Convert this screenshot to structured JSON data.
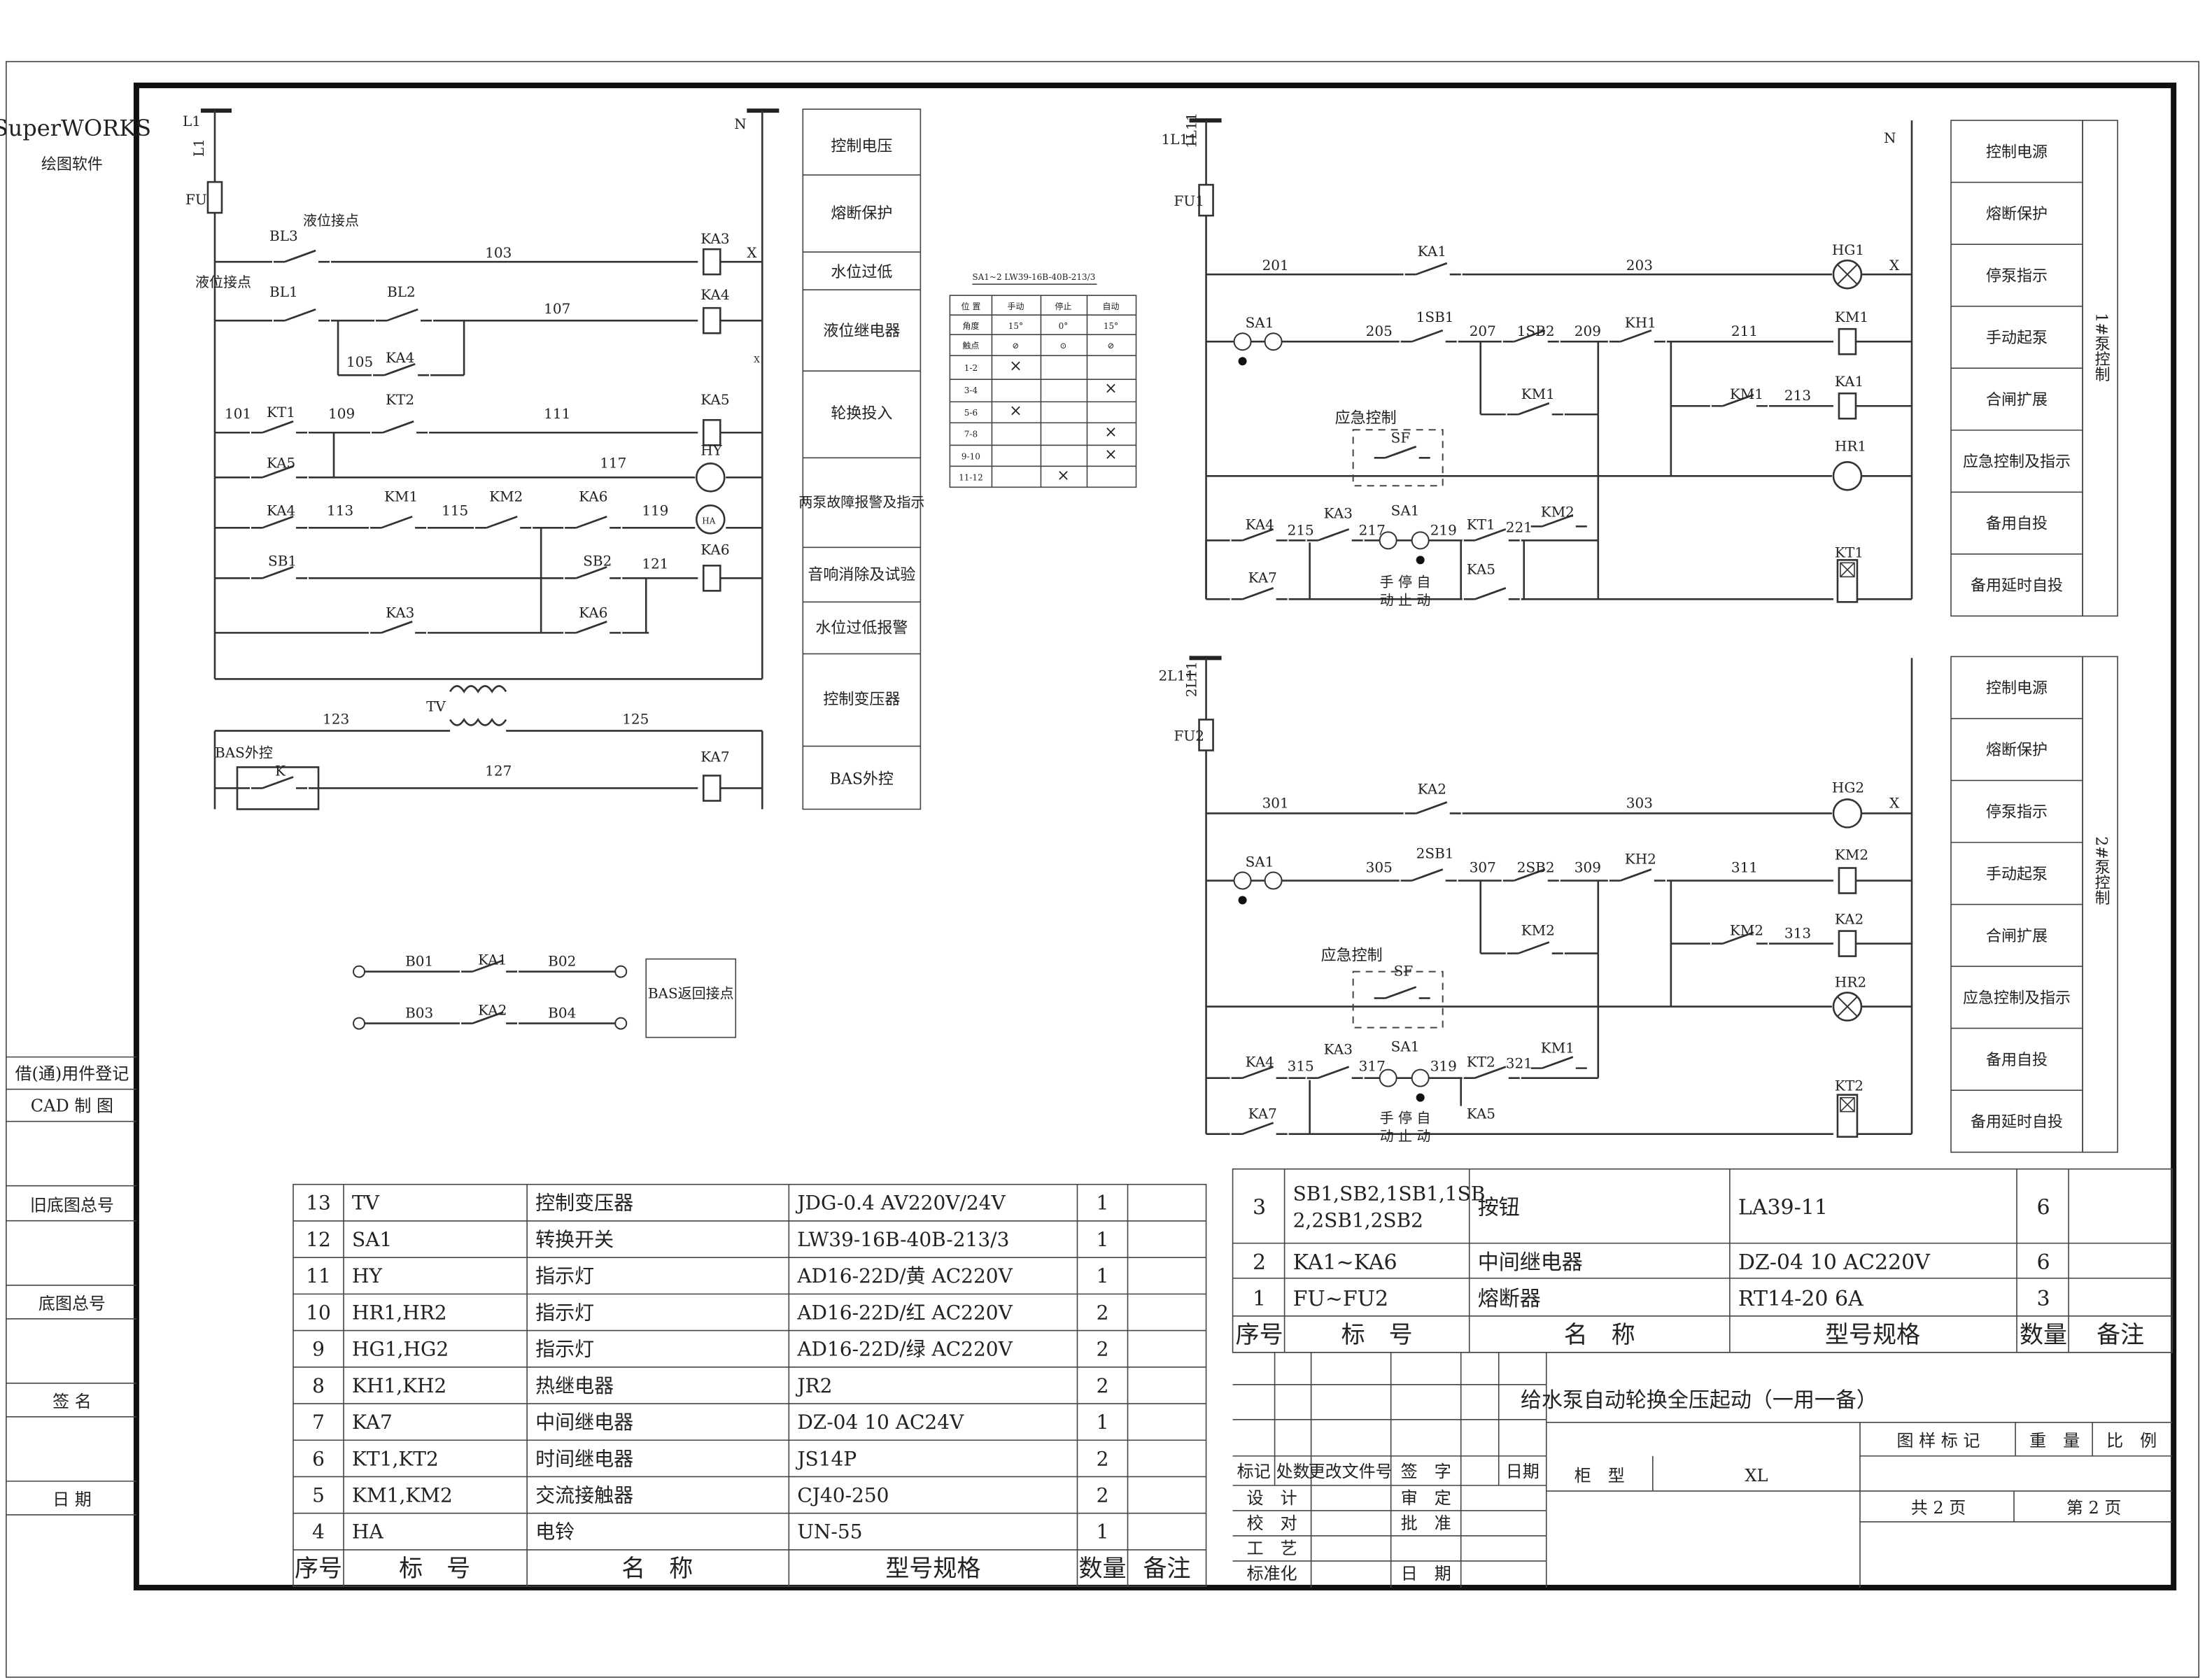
{
  "software": {
    "name": "SuperWORKS",
    "subtitle": "绘图软件"
  },
  "side_labels": [
    "借(通)用件登记",
    "CAD 制 图",
    "旧底图总号",
    "底图总号",
    "签 名",
    "日 期"
  ],
  "pump1_function_column": [
    "控制电压",
    "熔断保护",
    "水位过低",
    "液位继电器",
    "轮换投入",
    "两泵故障报警及指示",
    "音响消除及试验",
    "水位过低报警",
    "控制变压器",
    "BAS外控"
  ],
  "right_function_column": [
    "控制电源",
    "熔断保护",
    "停泵指示",
    "手动起泵",
    "合闸扩展",
    "应急控制及指示",
    "备用自投",
    "备用延时自投"
  ],
  "pump_groups": [
    "1#泵控制",
    "2#泵控制"
  ],
  "circuit_labels": {
    "left": [
      "L1",
      "L1",
      "N",
      "FU",
      "液位接点",
      "液位接点",
      "BL3",
      "BL1",
      "BL2",
      "103",
      "107",
      "105",
      "KA4",
      "KA3",
      "KA4",
      "KA5",
      "101",
      "KT1",
      "109",
      "KT2",
      "111",
      "KA5",
      "HY",
      "117",
      "KA4",
      "113",
      "KM1",
      "115",
      "KM2",
      "KA6",
      "119",
      "HA",
      "SB1",
      "SB2",
      "121",
      "KA6",
      "KA6",
      "KA3",
      "TV",
      "123",
      "125",
      "BAS外控",
      "K",
      "127",
      "KA7",
      "X",
      "X"
    ],
    "p1": [
      "1L11",
      "1L11",
      "N",
      "FU1",
      "201",
      "KA1",
      "203",
      "HG1",
      "SA1",
      "205",
      "1SB1",
      "207",
      "1SB2",
      "209",
      "KH1",
      "211",
      "KM1",
      "KM1",
      "KM1",
      "213",
      "KA1",
      "应急控制",
      "SF",
      "HR1",
      "KA4",
      "215",
      "KA3",
      "217",
      "SA1",
      "219",
      "KT1",
      "221",
      "KM2",
      "KA7",
      "KA5",
      "KT1",
      "手 停 自",
      "动 止 动",
      "X"
    ],
    "p2": [
      "2L11",
      "2L11",
      "FU2",
      "301",
      "KA2",
      "303",
      "HG2",
      "SA1",
      "305",
      "2SB1",
      "307",
      "2SB2",
      "309",
      "KH2",
      "311",
      "KM2",
      "KM2",
      "KM2",
      "313",
      "KA2",
      "应急控制",
      "SF",
      "HR2",
      "KA4",
      "315",
      "KA3",
      "317",
      "SA1",
      "319",
      "KT2",
      "321",
      "KM1",
      "KA7",
      "KA5",
      "KT2",
      "手 停 自",
      "动 止 动",
      "X"
    ],
    "bas": [
      "B01",
      "KA1",
      "B02",
      "B03",
      "KA2",
      "B04",
      "BAS返回接点"
    ]
  },
  "switch_table": {
    "title": "SA1~2  LW39-16B-40B-213/3",
    "headers": [
      "位 置",
      "手动",
      "停止",
      "自动"
    ],
    "angle_row": [
      "角度",
      "15°",
      "0°",
      "15°"
    ],
    "handle_row": [
      "触点",
      "⊘",
      "⊙",
      "⊘"
    ],
    "rows": [
      [
        "1-2",
        "×",
        "",
        ""
      ],
      [
        "3-4",
        "",
        "",
        "×"
      ],
      [
        "5-6",
        "×",
        "",
        ""
      ],
      [
        "7-8",
        "",
        "",
        "×"
      ],
      [
        "9-10",
        "",
        "",
        "×"
      ],
      [
        "11-12",
        "",
        "×",
        ""
      ]
    ]
  },
  "bom_left": {
    "headers": [
      "序号",
      "标　号",
      "名　称",
      "型号规格",
      "数量",
      "备注"
    ],
    "rows": [
      [
        "13",
        "TV",
        "控制变压器",
        "JDG-0.4 AV220V/24V",
        "1",
        ""
      ],
      [
        "12",
        "SA1",
        "转换开关",
        "LW39-16B-40B-213/3",
        "1",
        ""
      ],
      [
        "11",
        "HY",
        "指示灯",
        "AD16-22D/黄 AC220V",
        "1",
        ""
      ],
      [
        "10",
        "HR1,HR2",
        "指示灯",
        "AD16-22D/红 AC220V",
        "2",
        ""
      ],
      [
        "9",
        "HG1,HG2",
        "指示灯",
        "AD16-22D/绿 AC220V",
        "2",
        ""
      ],
      [
        "8",
        "KH1,KH2",
        "热继电器",
        "JR2",
        "2",
        ""
      ],
      [
        "7",
        "KA7",
        "中间继电器",
        "DZ-04 10 AC24V",
        "1",
        ""
      ],
      [
        "6",
        "KT1,KT2",
        "时间继电器",
        "JS14P",
        "2",
        ""
      ],
      [
        "5",
        "KM1,KM2",
        "交流接触器",
        "CJ40-250",
        "2",
        ""
      ],
      [
        "4",
        "HA",
        "电铃",
        "UN-55",
        "1",
        ""
      ]
    ]
  },
  "bom_right": {
    "headers": [
      "序号",
      "标　号",
      "名　称",
      "型号规格",
      "数量",
      "备注"
    ],
    "rows": [
      [
        "3",
        "SB1,SB2,1SB1,1SB\n2,2SB1,2SB2",
        "按钮",
        "LA39-11",
        "6",
        ""
      ],
      [
        "2",
        "KA1~KA6",
        "中间继电器",
        "DZ-04 10 AC220V",
        "6",
        ""
      ],
      [
        "1",
        "FU~FU2",
        "熔断器",
        "RT14-20 6A",
        "3",
        ""
      ]
    ]
  },
  "title_block": {
    "drawing_title": "给水泵自动轮换全压起动（一用一备）",
    "revision_headers": [
      "标记",
      "处数",
      "更改文件号",
      "签　字",
      "日期"
    ],
    "roles_left": [
      "设　计",
      "校　对",
      "工　艺",
      "标准化"
    ],
    "roles_right": [
      "审　定",
      "批　准",
      "",
      "日　期"
    ],
    "cabinet_label": "柜　型",
    "cabinet_value": "XL",
    "meta_headers": [
      "图 样 标 记",
      "重　量",
      "比　例"
    ],
    "sheet_total": "共 2 页",
    "sheet_no": "第 2 页"
  }
}
